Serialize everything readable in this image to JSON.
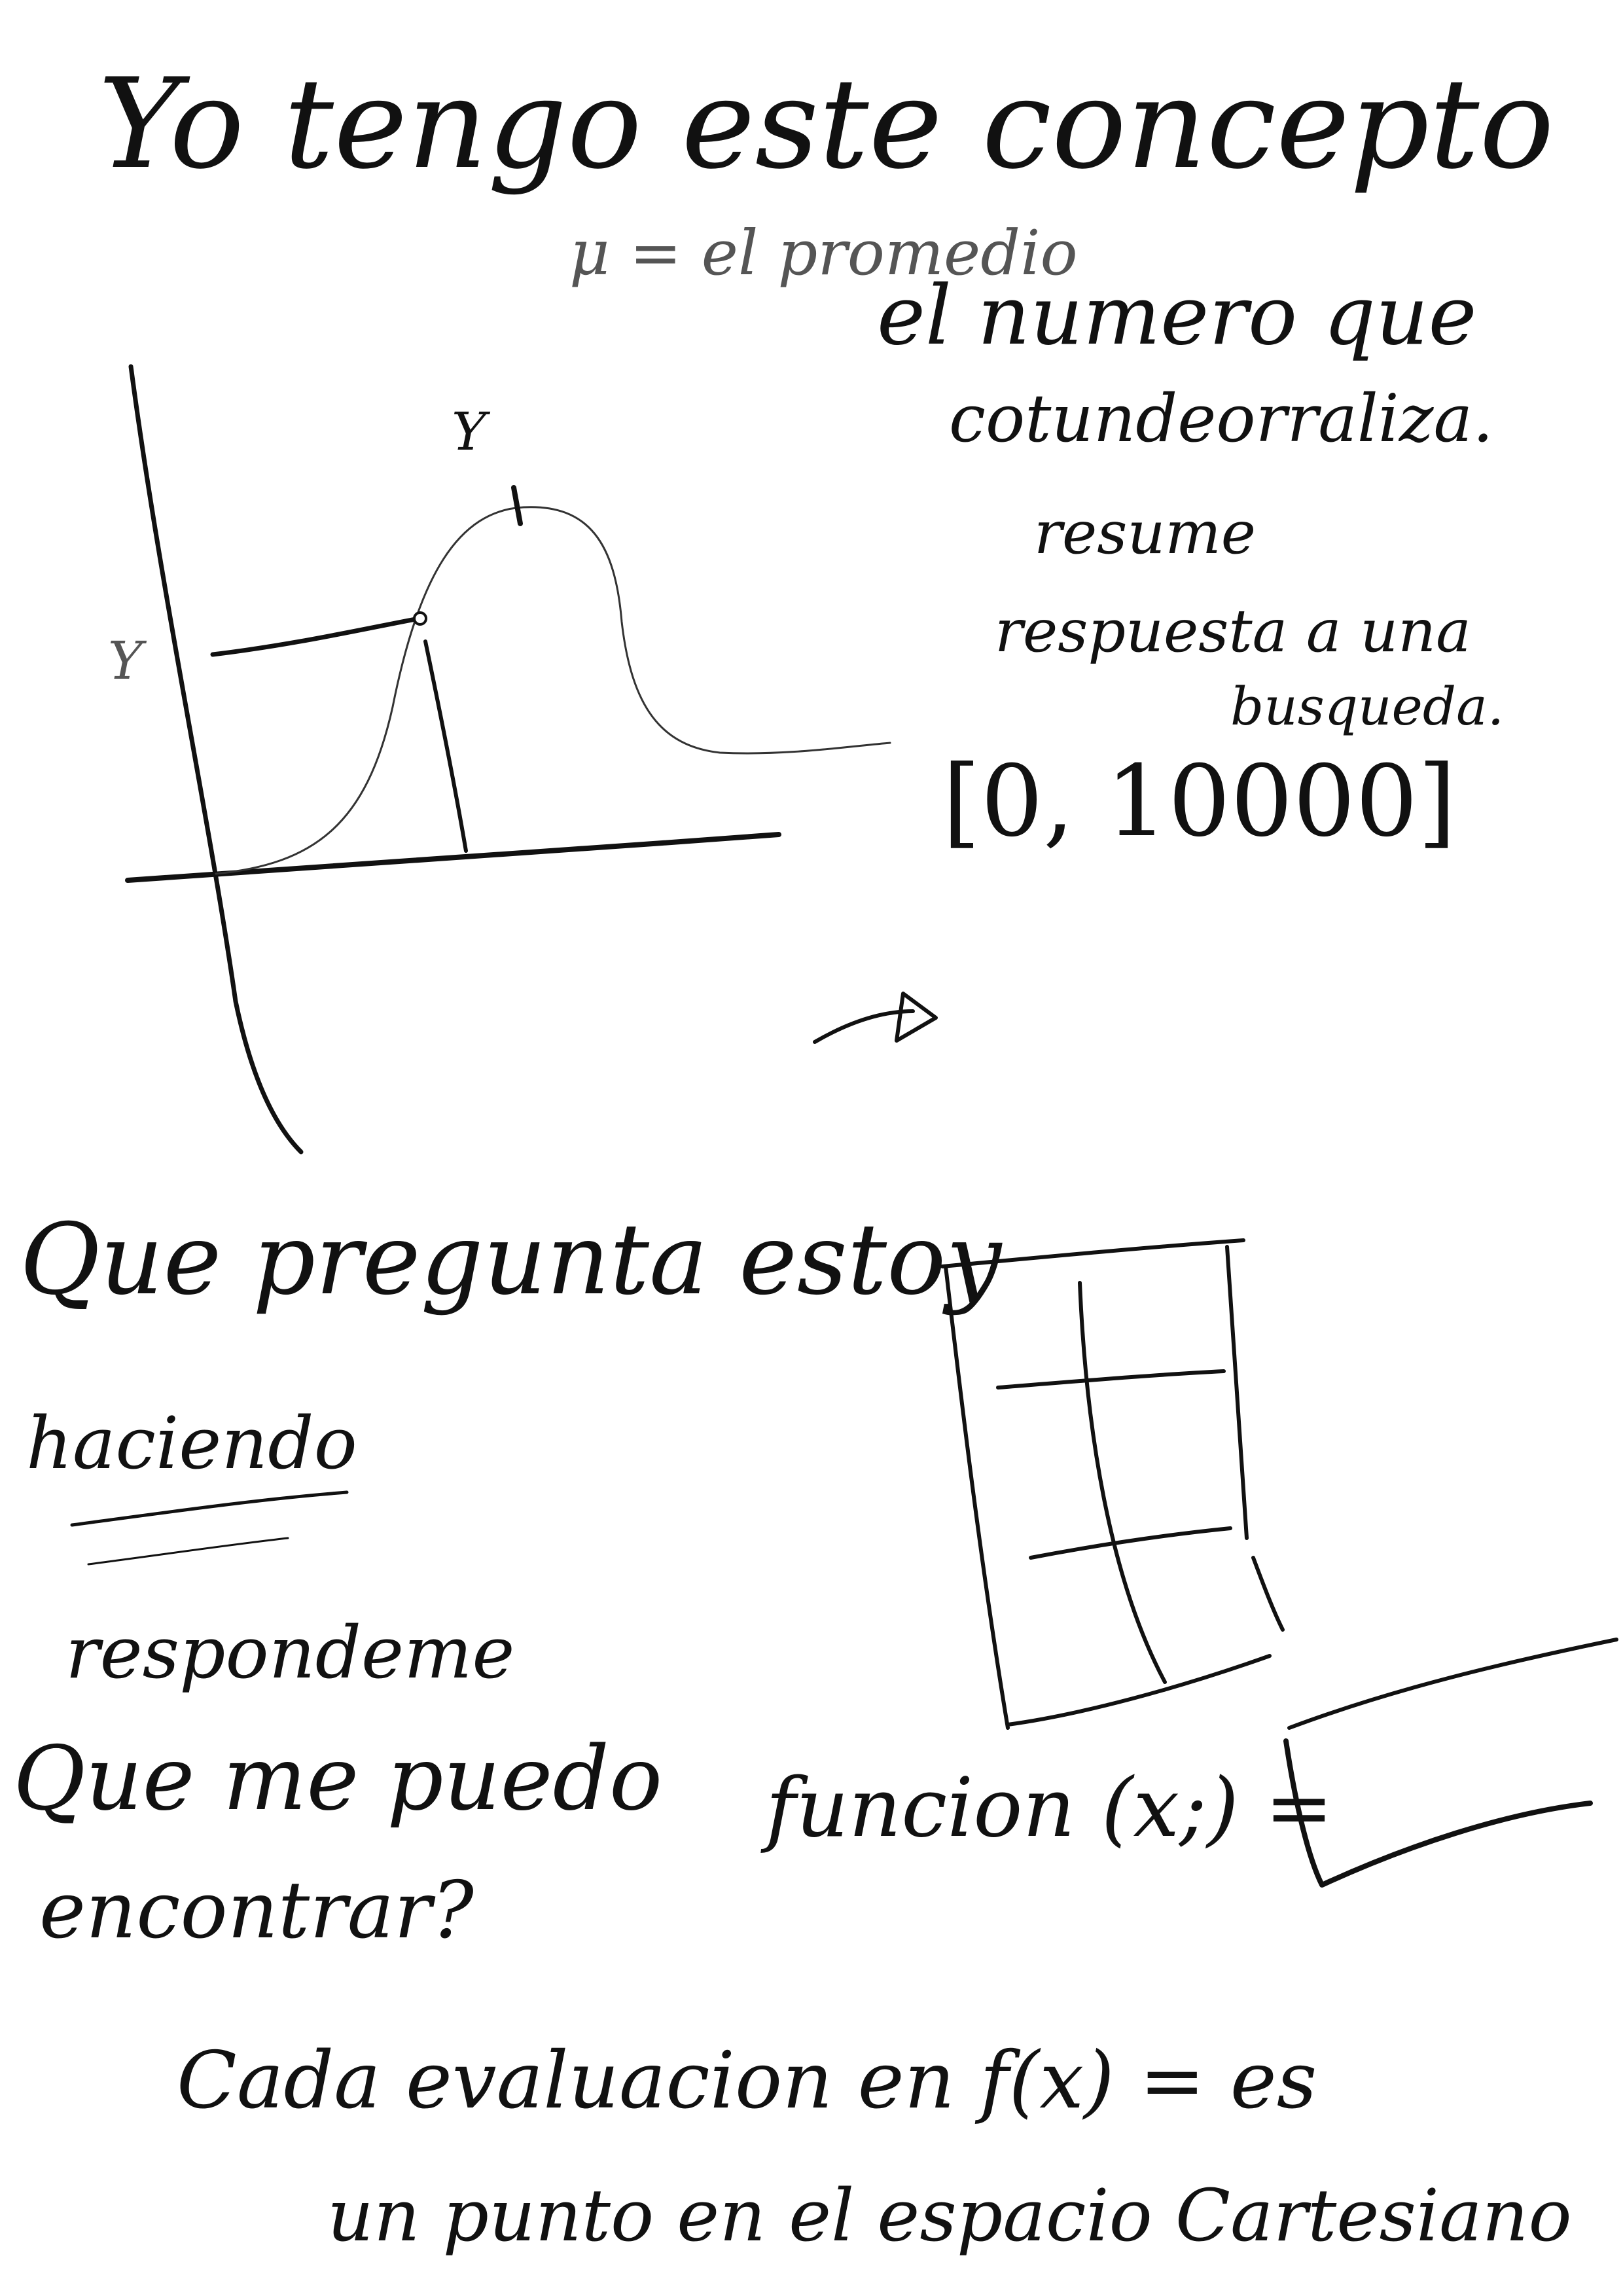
{
  "title": "Yo tengo este concepto",
  "mu_note": "μ = el promedio",
  "definition": {
    "line1": "el numero que",
    "line2": "cotundeorraliza.",
    "line3": "resume",
    "line4": "respuesta a una",
    "line5": "busqueda."
  },
  "graph": {
    "y_label": "Y",
    "y_label_side": "Y"
  },
  "range": "[0, 10000]",
  "question": {
    "line1": "Que pregunta estoy",
    "line2": "haciendo"
  },
  "answer": {
    "line1": "respondeme",
    "line2": "Que me puedo",
    "line3": "encontrar?"
  },
  "function_label": "funcion (x;) =",
  "footer": {
    "line1": "Cada evaluacion en  f(x) = es",
    "line2": "un punto en el espacio Cartesiano"
  },
  "colors": {
    "ink": "#111111",
    "pencil": "#555555",
    "paper": "#ffffff"
  }
}
